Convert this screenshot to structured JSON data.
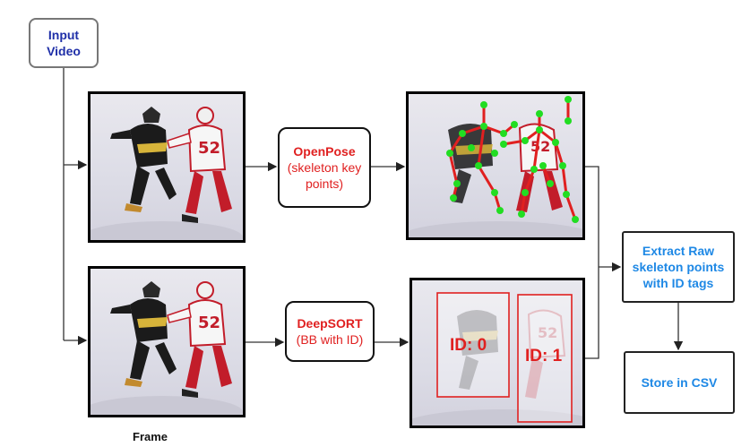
{
  "input": {
    "line1": "Input",
    "line2": "Video"
  },
  "openpose": {
    "title": "OpenPose",
    "desc_line1": "(skeleton key",
    "desc_line2": "points)"
  },
  "deepsort": {
    "title": "DeepSORT",
    "desc": "(BB with ID)"
  },
  "extract": {
    "line1": "Extract Raw",
    "line2": "skeleton points",
    "line3": "with ID tags"
  },
  "store": {
    "label": "Store in CSV"
  },
  "frame_caption": "Frame",
  "id_tags": {
    "id0": "ID: 0",
    "id1": "ID: 1"
  },
  "colors": {
    "input_text": "#1f2fa8",
    "method_text": "#e02020",
    "output_text": "#1e88e5",
    "skeleton_joint": "#22dd22",
    "skeleton_bone": "#e02020",
    "bbox": "#e02020"
  }
}
